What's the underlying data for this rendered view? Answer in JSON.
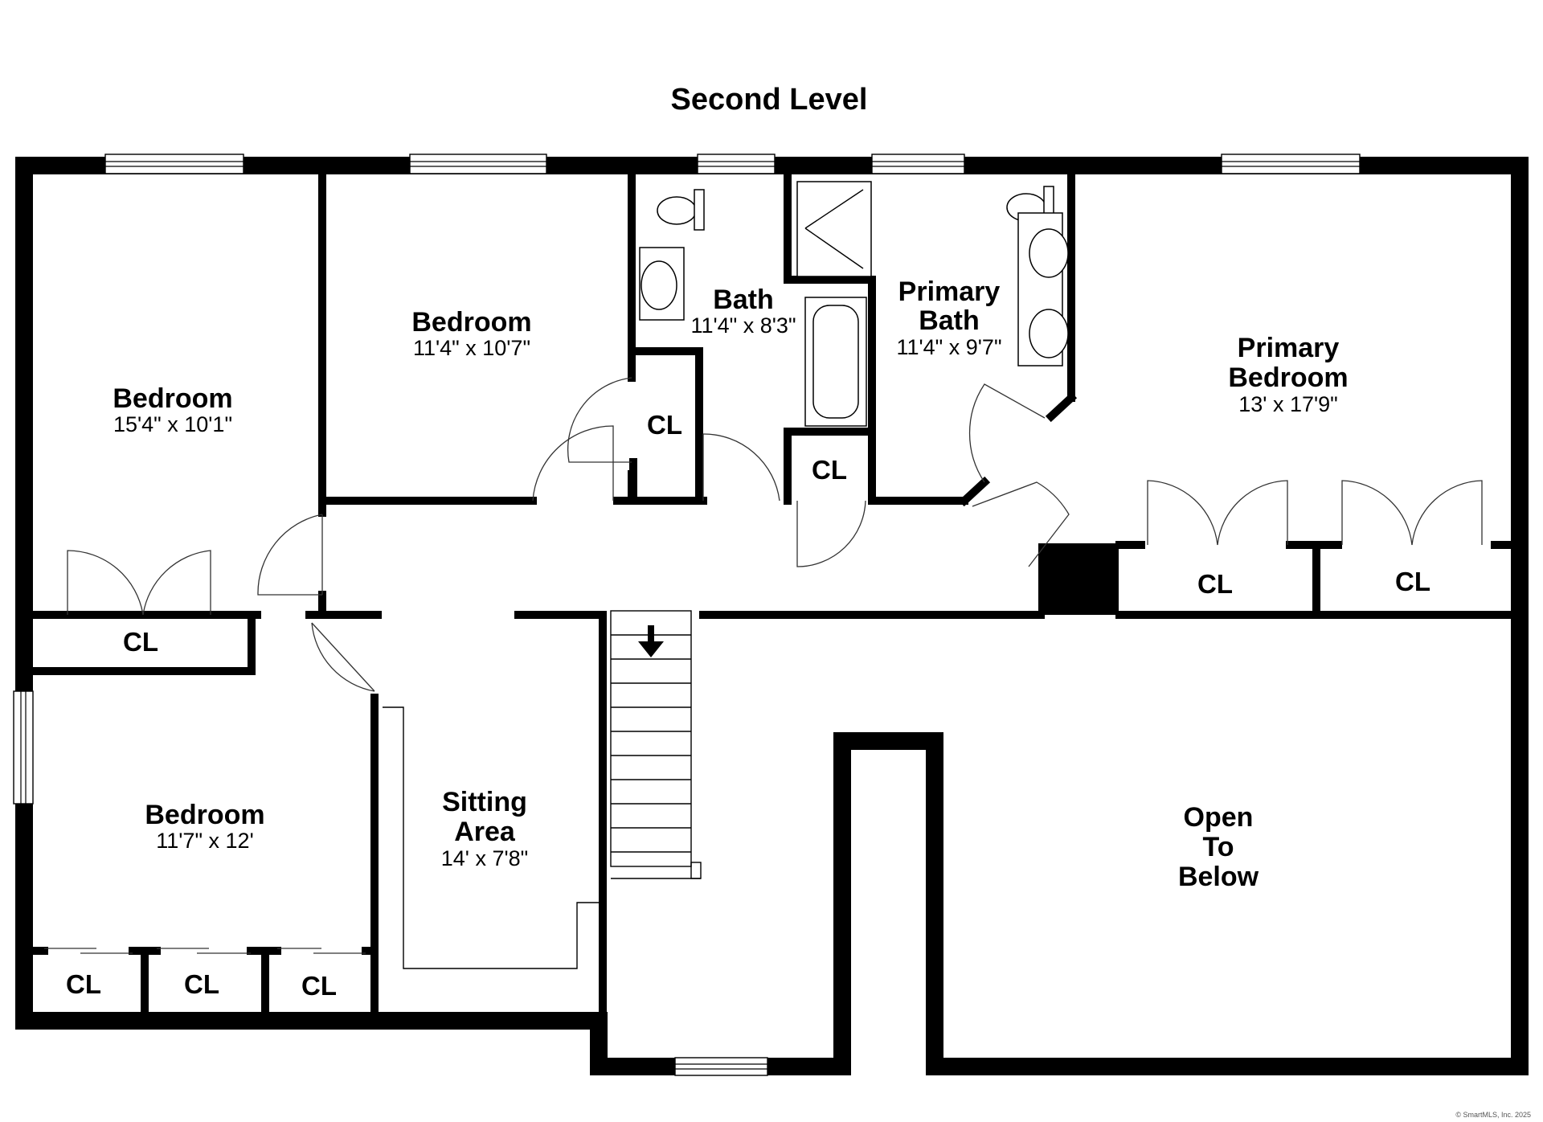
{
  "title": "Second Level",
  "rooms": {
    "bedroom_1": {
      "name": "Bedroom",
      "dims": "15'4\" x 10'1\""
    },
    "bedroom_2": {
      "name": "Bedroom",
      "dims": "11'4\" x 10'7\""
    },
    "bath": {
      "name": "Bath",
      "dims": "11'4\" x 8'3\""
    },
    "primary_bath": {
      "name_line1": "Primary",
      "name_line2": "Bath",
      "dims": "11'4\" x 9'7\""
    },
    "primary_bedroom": {
      "name_line1": "Primary",
      "name_line2": "Bedroom",
      "dims": "13' x 17'9\""
    },
    "bedroom_3": {
      "name": "Bedroom",
      "dims": "11'7\" x 12'"
    },
    "sitting_area": {
      "name_line1": "Sitting",
      "name_line2": "Area",
      "dims": "14' x 7'8\""
    },
    "open_to_below": {
      "line1": "Open",
      "line2": "To",
      "line3": "Below"
    }
  },
  "closets": {
    "label": "CL"
  },
  "credit": "© SmartMLS, Inc. 2025"
}
